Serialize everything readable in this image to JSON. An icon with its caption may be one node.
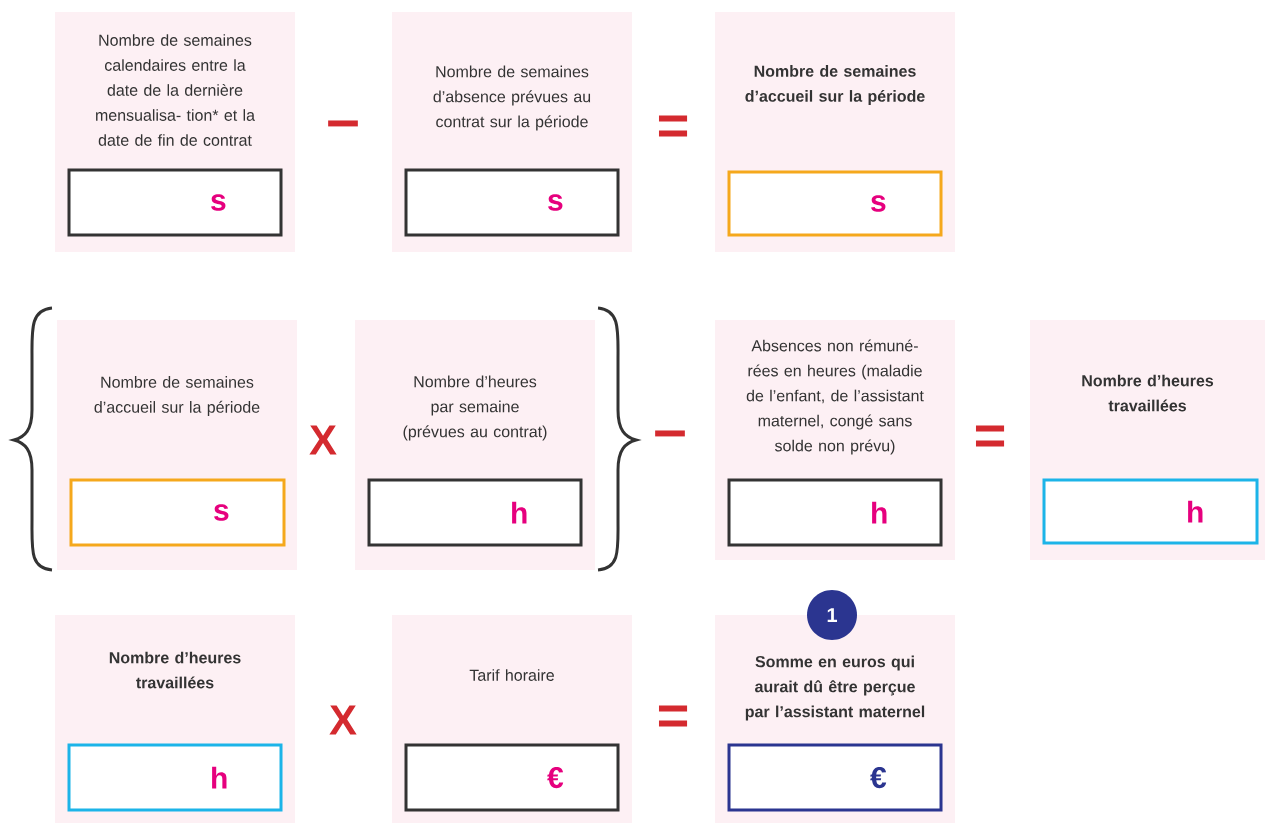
{
  "diagram": {
    "nodes": [
      {
        "text": [
          "Nombre de semaines calendaires entre la date de la dernière mensualisa- tion* et la date de fin de contrat"
        ]
      },
      {
        "text": [
          "s"
        ],
        "in": 0
      },
      {
        "text": [
          "Nombre de semaines d’absence prévues au contrat sur la période"
        ]
      },
      {
        "text": [
          "s"
        ],
        "in": 2
      },
      {
        "text": [
          "Nombre de semaines d’accueil sur la période"
        ]
      },
      {
        "text": [
          "s"
        ],
        "in": 4
      },
      {
        "text": [
          "Nombre de semaines d’accueil sur la période"
        ]
      },
      {
        "text": [
          "s"
        ],
        "in": 6
      },
      {
        "text": [
          "Nombre d’heures par semaine (prévues au contrat)"
        ]
      },
      {
        "text": [
          "h"
        ],
        "in": 8
      },
      {
        "text": [
          "Absences non rémuné- rées en heures (maladie de l’enfant, de l’assistant maternel, congé sans solde non prévu)"
        ]
      },
      {
        "text": [
          "h"
        ],
        "in": 10
      },
      {
        "text": [
          "Nombre d’heures travaillées"
        ]
      },
      {
        "text": [
          "h"
        ],
        "in": 12
      },
      {
        "text": [
          "Nombre d’heures travaillées"
        ]
      },
      {
        "text": [
          "h"
        ],
        "in": 14
      },
      {
        "text": [
          "Tarif horaire"
        ]
      },
      {
        "text": [
          "€"
        ],
        "in": 16
      },
      {
        "text": [
          "1"
        ]
      },
      {
        "text": [
          "Somme en euros qui aurait dû être perçue par l’assistant maternel"
        ]
      },
      {
        "text": [
          "€"
        ],
        "in": 19
      }
    ],
    "labels": [
      "–",
      "=",
      "X",
      "–",
      "=",
      "X",
      "="
    ]
  }
}
